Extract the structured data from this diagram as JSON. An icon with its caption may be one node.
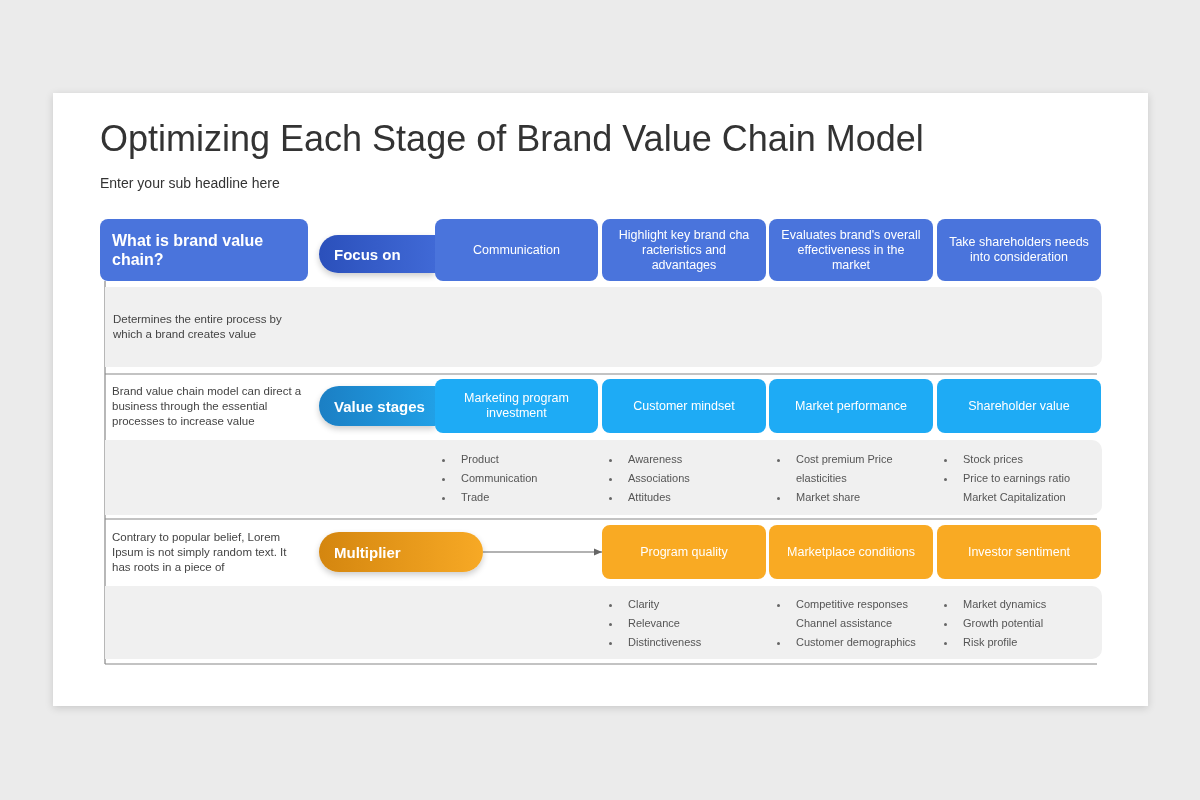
{
  "diagram": {
    "title": "Optimizing Each Stage of Brand Value Chain Model",
    "nodes": [
      {
        "text": [
          "What is brand value chain?"
        ]
      },
      {
        "text": [
          "Focus on"
        ]
      },
      {
        "text": [
          "Communication"
        ]
      },
      {
        "text": [
          "Highlight key brand cha racteristics and advantages"
        ]
      },
      {
        "text": [
          "Evaluates brand's overall effectiveness in the market"
        ]
      },
      {
        "text": [
          "Take shareholders needs into consideration"
        ]
      },
      {
        "text": [
          "Determines the entire process by which a brand creates value"
        ]
      },
      {
        "text": [
          "Value stages"
        ]
      },
      {
        "text": [
          "Marketing program investment"
        ]
      },
      {
        "text": [
          "Customer mindset"
        ]
      },
      {
        "text": [
          "Market performance"
        ]
      },
      {
        "text": [
          "Shareholder value"
        ]
      },
      {
        "text": [
          "Multiplier"
        ]
      },
      {
        "text": [
          "Program quality"
        ]
      },
      {
        "text": [
          "Marketplace conditions"
        ]
      },
      {
        "text": [
          "Investor sentiment"
        ]
      }
    ],
    "edges": [
      {
        "from": 12,
        "to": 13,
        "arrow": "to"
      }
    ],
    "labels": [
      "Enter your sub headline here",
      "Brand value chain model can direct a business through the essential processes to increase value",
      "Product",
      "Communication",
      "Trade",
      "Awareness",
      "Associations",
      "Attitudes",
      "Cost premium Price elasticities",
      "Market share",
      "Stock prices",
      "Price to earnings ratio",
      "Market Capitalization",
      "Contrary to popular belief, Lorem Ipsum is not simply random text. It has roots in a piece of",
      "Clarity",
      "Relevance",
      "Distinctiveness",
      "Competitive responses",
      "Channel assistance",
      "Customer demographics",
      "Market dynamics",
      "Growth potential",
      "Risk profile"
    ]
  }
}
